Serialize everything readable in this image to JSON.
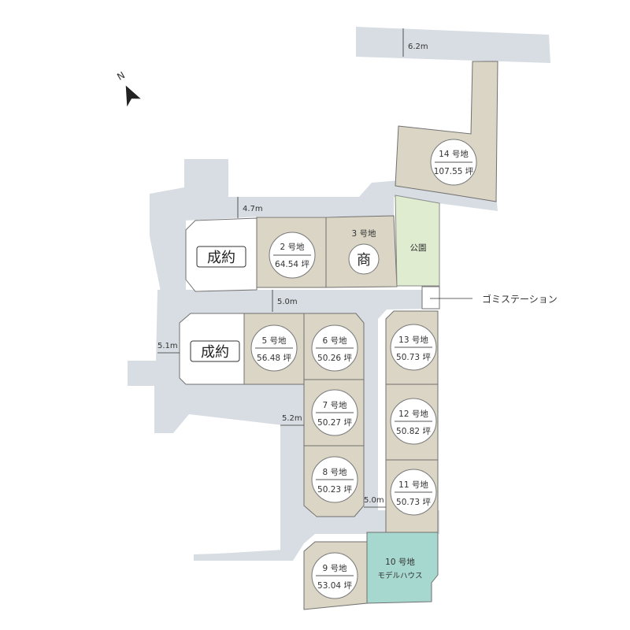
{
  "compass": {
    "label": "N"
  },
  "lots": [
    {
      "id": "lot-2",
      "name": "2 号地",
      "area": "64.54 坪"
    },
    {
      "id": "lot-3",
      "name": "3 号地",
      "symbol": "商"
    },
    {
      "id": "lot-5",
      "name": "5 号地",
      "area": "56.48 坪"
    },
    {
      "id": "lot-6",
      "name": "6 号地",
      "area": "50.26 坪"
    },
    {
      "id": "lot-7",
      "name": "7 号地",
      "area": "50.27 坪"
    },
    {
      "id": "lot-8",
      "name": "8 号地",
      "area": "50.23 坪"
    },
    {
      "id": "lot-9",
      "name": "9 号地",
      "area": "53.04 坪"
    },
    {
      "id": "lot-10",
      "name": "10 号地",
      "subtitle": "モデルハウス"
    },
    {
      "id": "lot-11",
      "name": "11 号地",
      "area": "50.73 坪"
    },
    {
      "id": "lot-12",
      "name": "12 号地",
      "area": "50.82 坪"
    },
    {
      "id": "lot-13",
      "name": "13 号地",
      "area": "50.73 坪"
    },
    {
      "id": "lot-14",
      "name": "14 号地",
      "area": "107.55 坪"
    }
  ],
  "sold_labels": [
    "成約",
    "成約"
  ],
  "park_label": "公園",
  "garbage_station_label": "ゴミステーション",
  "road_widths": [
    "6.2m",
    "4.7m",
    "5.0m",
    "5.1m",
    "5.2m",
    "5.0m"
  ]
}
